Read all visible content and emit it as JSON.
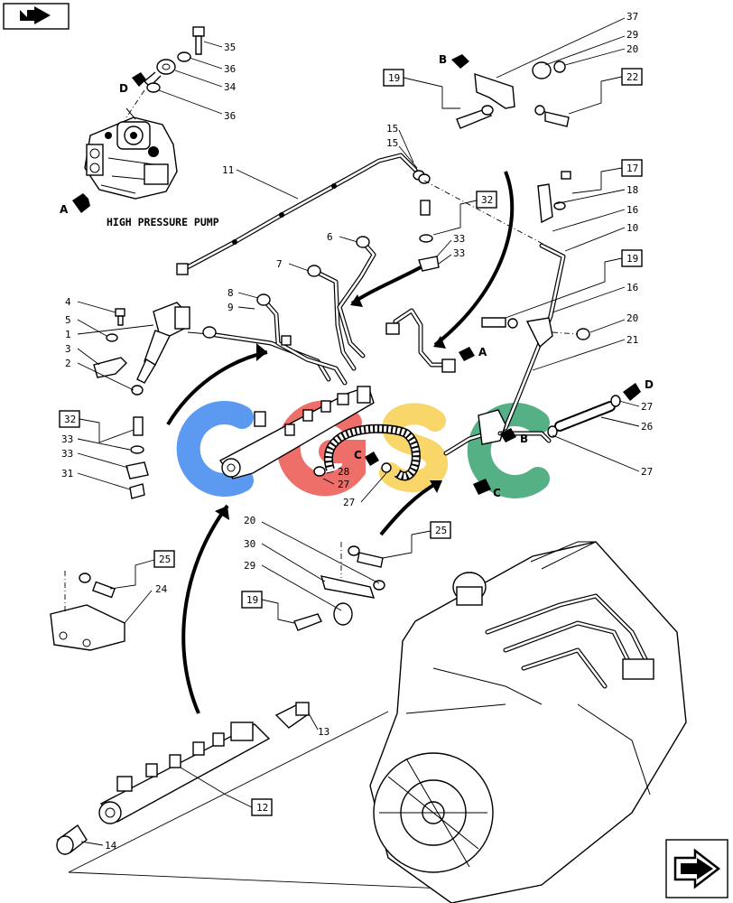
{
  "caption": "HIGH PRESSURE PUMP",
  "watermark": {
    "letters": [
      "C",
      "G",
      "S",
      "C"
    ],
    "colors": [
      "#4a8ef0",
      "#ea4e47",
      "#f6c93c",
      "#2f9e6a"
    ]
  },
  "boxed_refs": [
    {
      "id": "19-top",
      "text": "19"
    },
    {
      "id": "22",
      "text": "22"
    },
    {
      "id": "32-top",
      "text": "32"
    },
    {
      "id": "17",
      "text": "17"
    },
    {
      "id": "19-mid",
      "text": "19"
    },
    {
      "id": "32-left",
      "text": "32"
    },
    {
      "id": "25-left",
      "text": "25"
    },
    {
      "id": "25-mid",
      "text": "25"
    },
    {
      "id": "19-low",
      "text": "19"
    },
    {
      "id": "12",
      "text": "12"
    }
  ],
  "callouts": {
    "c35": "35",
    "c36a": "36",
    "c34": "34",
    "c36b": "36",
    "c37": "37",
    "c29a": "29",
    "c20a": "20",
    "c11": "11",
    "c15a": "15",
    "c15b": "15",
    "c18": "18",
    "c16a": "16",
    "c10": "10",
    "c6": "6",
    "c33a": "33",
    "c33b": "33",
    "c7": "7",
    "c8": "8",
    "c9": "9",
    "c4": "4",
    "c5": "5",
    "c1": "1",
    "c3": "3",
    "c2": "2",
    "c16b": "16",
    "c20b": "20",
    "c21": "21",
    "c33c": "33",
    "c33d": "33",
    "c31": "31",
    "c27a": "27",
    "c26": "26",
    "c27b": "27",
    "c28": "28",
    "c27c": "27",
    "c27d": "27",
    "c20c": "20",
    "c30": "30",
    "c29b": "29",
    "c24": "24",
    "c13": "13",
    "c14": "14"
  },
  "flow_markers": {
    "a1": "A",
    "d1": "D",
    "b1": "B",
    "a2": "A",
    "d2": "D",
    "b2": "B",
    "c1": "C",
    "c2": "C"
  }
}
